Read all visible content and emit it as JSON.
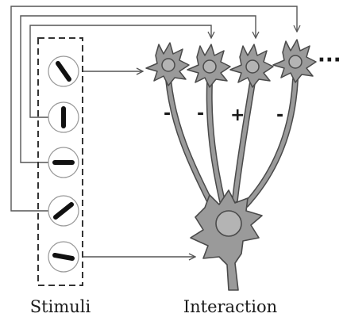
{
  "captions": {
    "stimuli": "Stimuli",
    "interaction": "Interaction"
  },
  "signs": [
    "-",
    "-",
    "+",
    "-"
  ],
  "ellipsis": "···",
  "stimuli": [
    {
      "orientation": "tilted-left"
    },
    {
      "orientation": "vertical"
    },
    {
      "orientation": "horizontal"
    },
    {
      "orientation": "tilted-right"
    },
    {
      "orientation": "horizontal-slight"
    }
  ],
  "colors": {
    "neuron_fill": "#9a9a9a",
    "neuron_stroke": "#4a4a4a",
    "arrow": "#555555",
    "bar": "#111111"
  }
}
